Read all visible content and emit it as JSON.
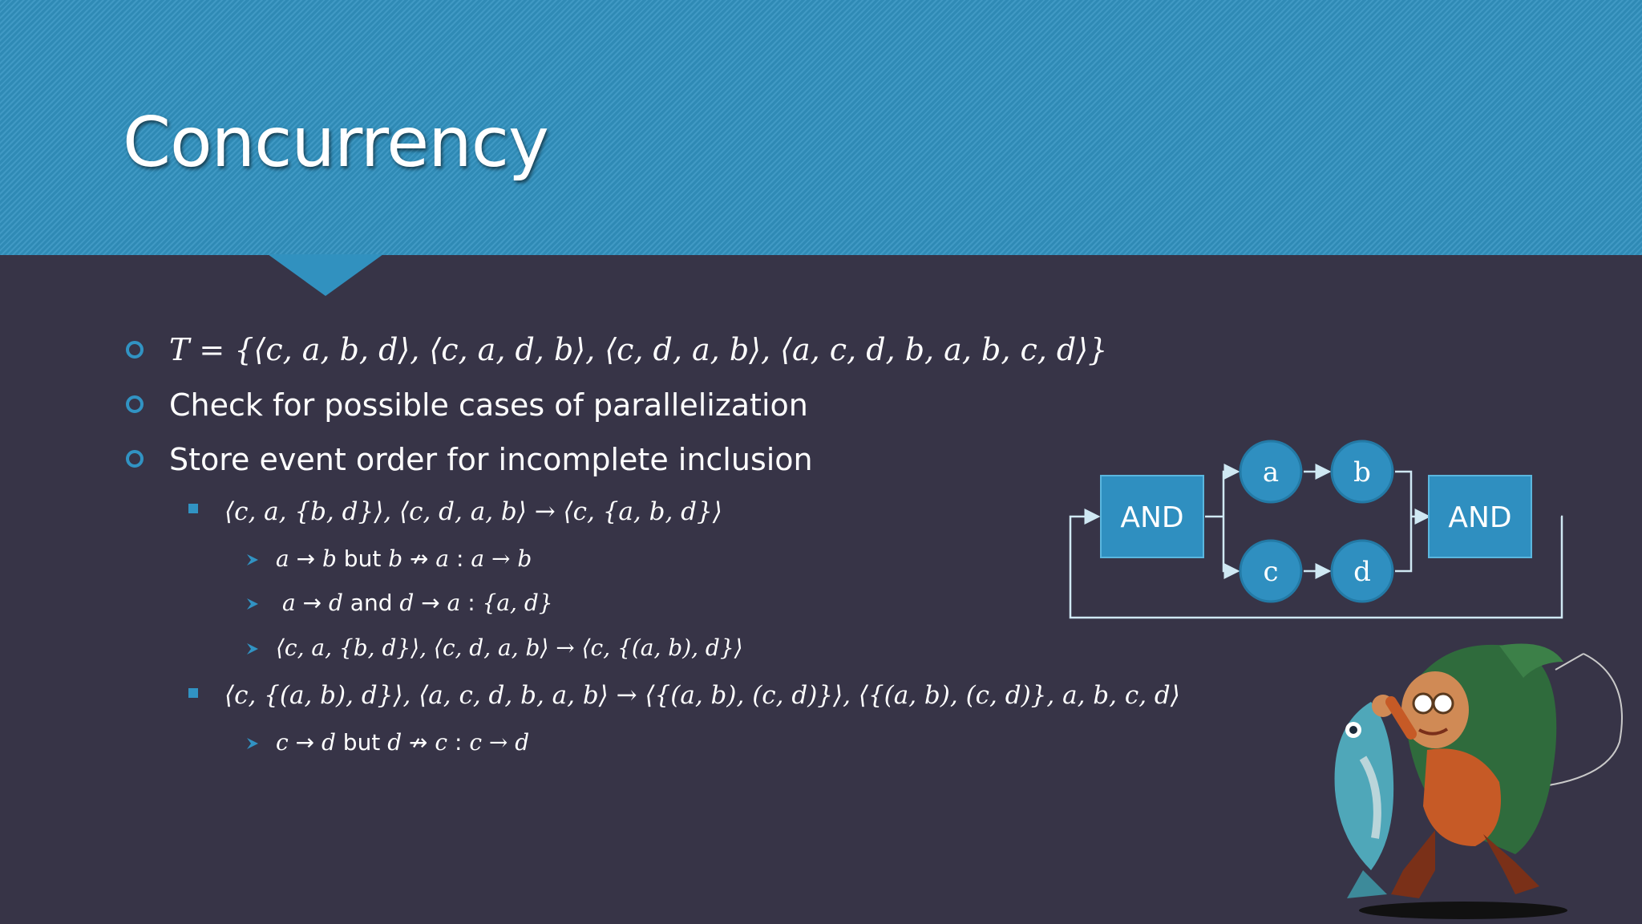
{
  "slide": {
    "title": "Concurrency",
    "bullets": [
      "T = {⟨c, a, b, d⟩, ⟨c, a, d, b⟩, ⟨c, d, a, b⟩, ⟨a, c, d, b, a, b, c, d⟩}",
      "Check for possible cases of parallelization",
      "Store event order for incomplete inclusion"
    ],
    "sub_bullets": [
      "⟨c, a, {b, d}⟩, ⟨c, d, a, b⟩ → ⟨c, {a, b, d}⟩",
      "⟨c, {(a, b), d}⟩, ⟨a, c, d, b, a, b⟩ → ⟨{(a, b), (c, d)}⟩, ⟨{(a, b), (c, d)}, a, b, c, d⟩"
    ],
    "sub_sub_bullets": {
      "first": {
        "line1": {
          "x": "a",
          "arrow": " → ",
          "y": "b",
          "but": " but ",
          "x2": "b",
          "narrow": " ↛ ",
          "y2": "a",
          "colon": " : ",
          "result": "a → b"
        },
        "line2": {
          "x": "a",
          "arrow": " → ",
          "y": "d",
          "and": " and ",
          "x2": "d",
          "arrow2": " → ",
          "y2": "a",
          "colon": " : ",
          "result": "{a, d}"
        },
        "line3": "⟨c, a, {b, d}⟩, ⟨c, d, a, b⟩ → ⟨c, {(a, b), d}⟩"
      },
      "second": {
        "line1": {
          "x": "c",
          "arrow": " → ",
          "y": "d",
          "but": " but ",
          "x2": "d",
          "narrow": " ↛ ",
          "y2": "c",
          "colon": " : ",
          "result": "c → d"
        }
      }
    },
    "diagram": {
      "left_gate": "AND",
      "right_gate": "AND",
      "nodes": {
        "a": "a",
        "b": "b",
        "c": "c",
        "d": "d"
      }
    },
    "colors": {
      "header": "#3191bf",
      "background": "#373447",
      "accent": "#3193c3",
      "node_fill": "#2f8fc0",
      "connector": "#cfe8f3"
    }
  }
}
